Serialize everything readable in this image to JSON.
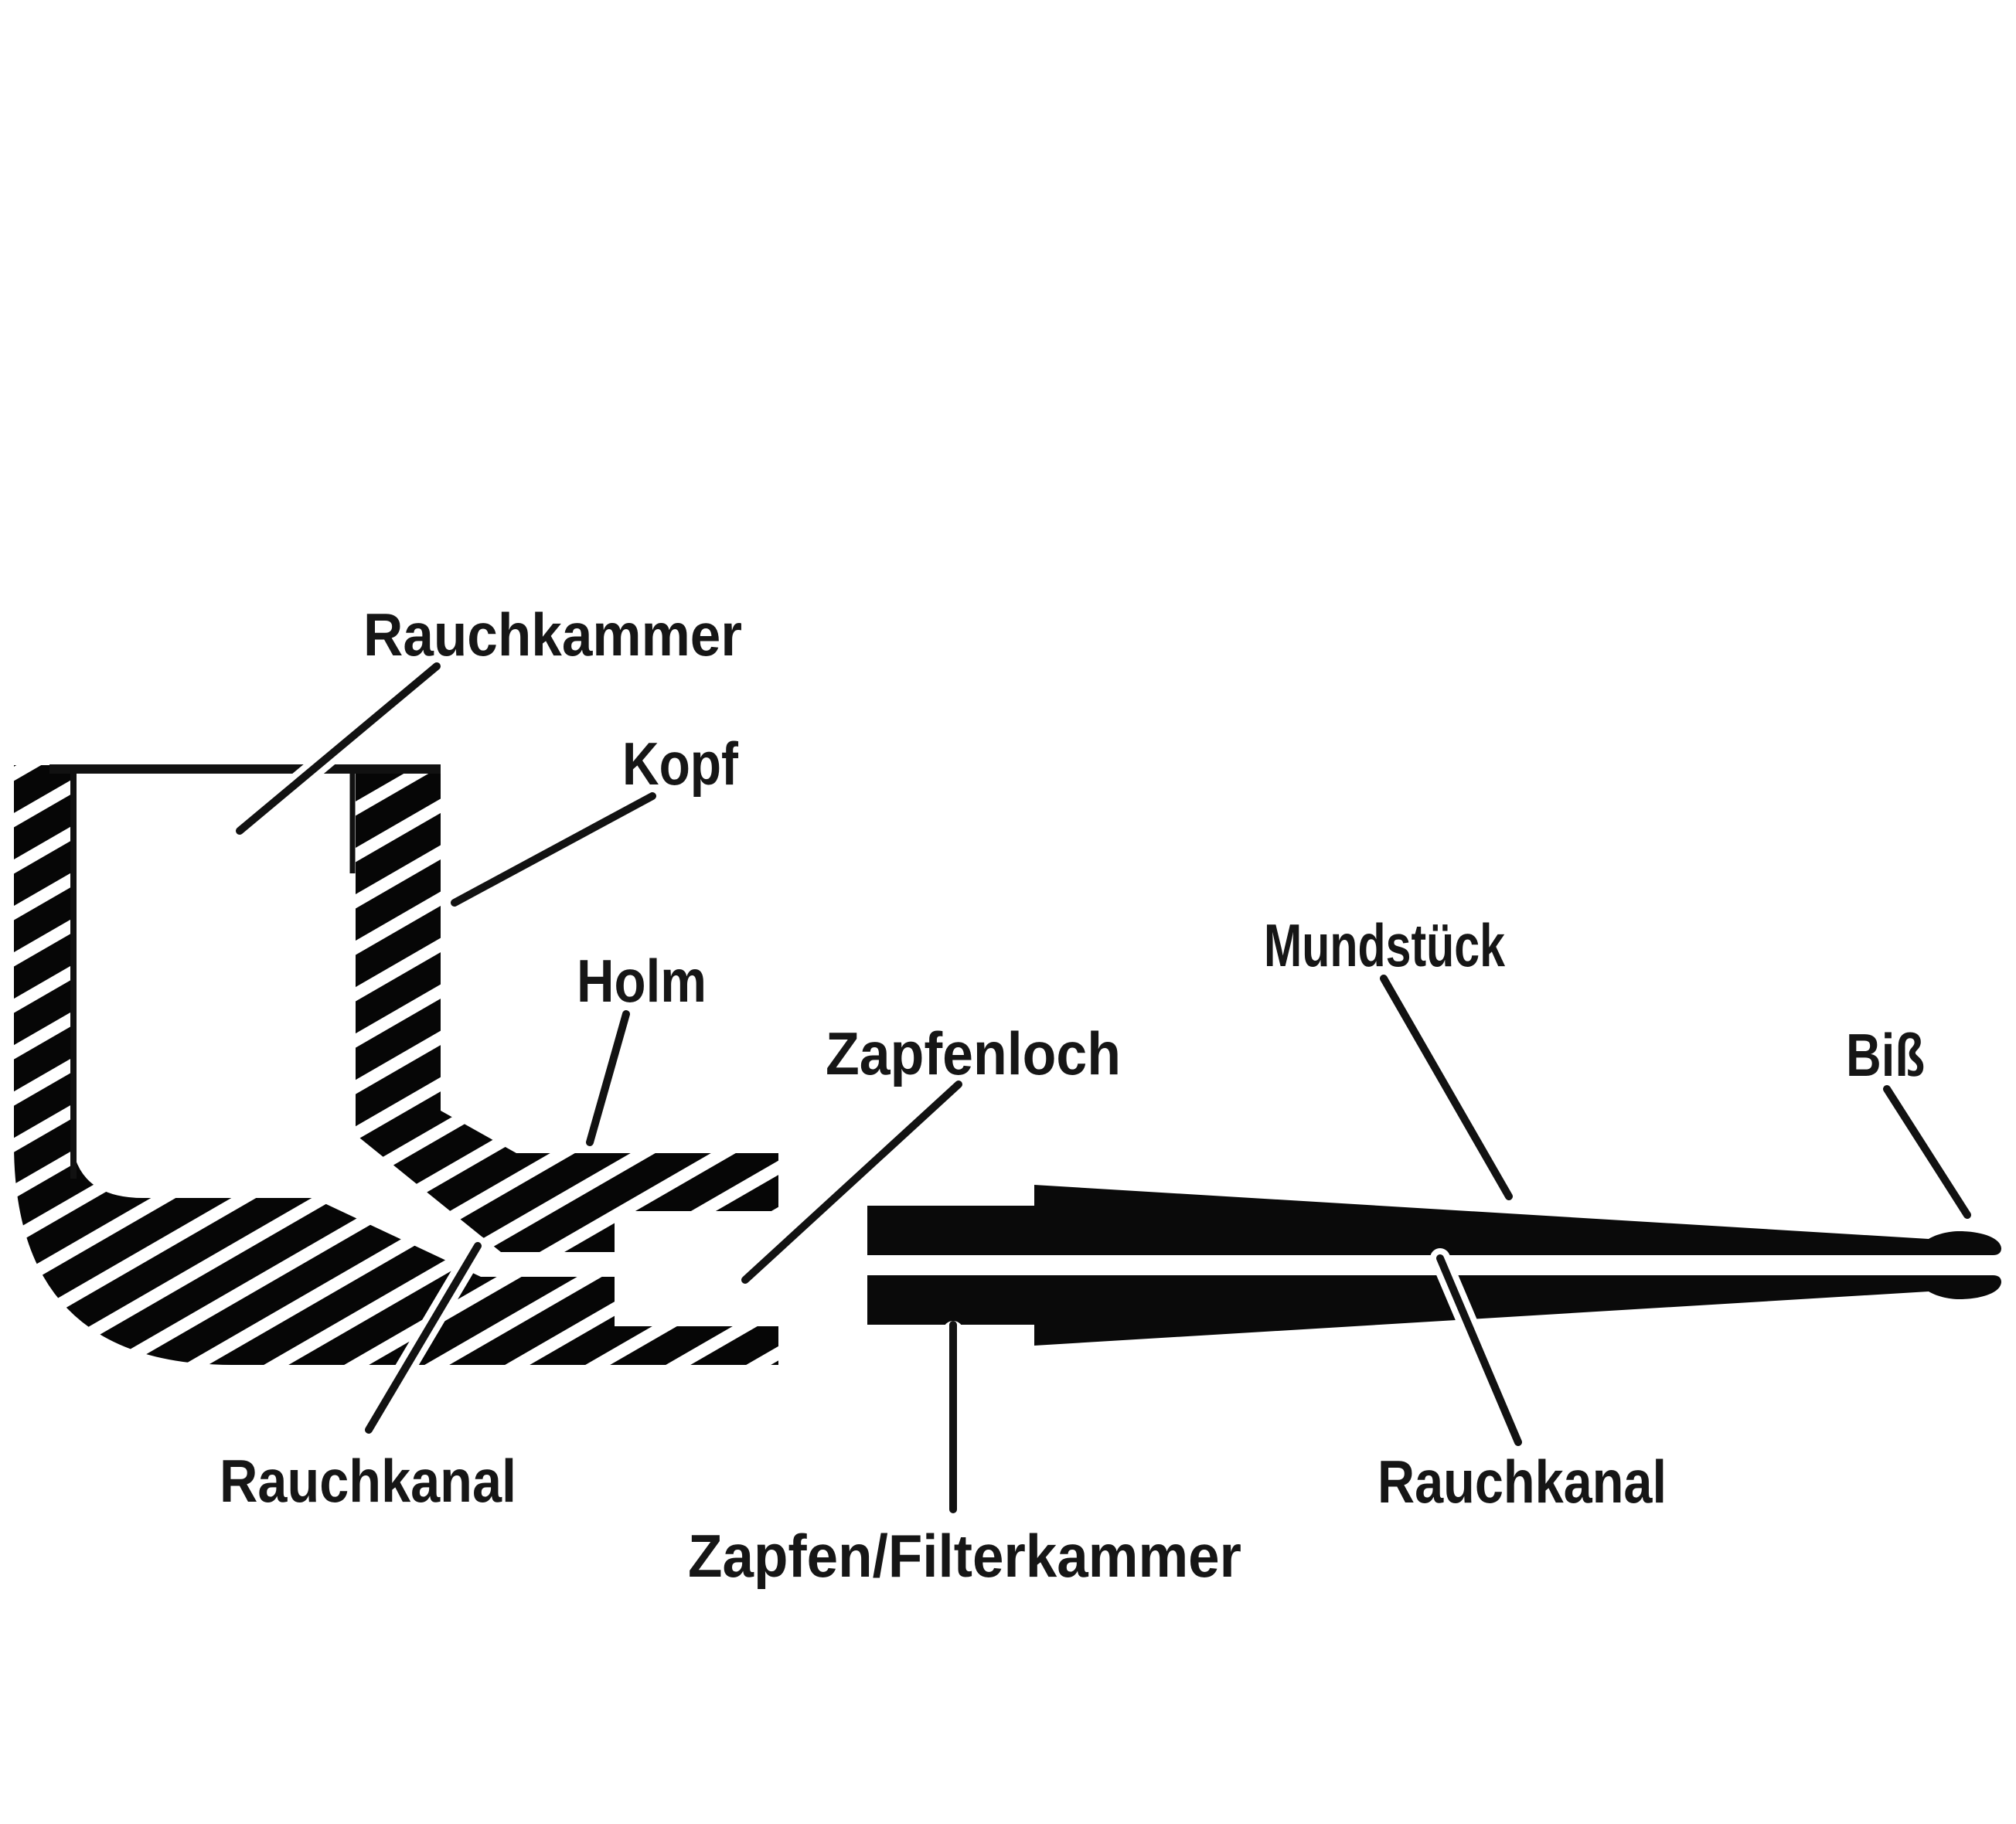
{
  "page": {
    "background_color": "#ffffff",
    "ink_color": "#111111",
    "description": "Cross-section diagram of a tobacco pipe with German part labels",
    "fill_styles": {
      "briar_wood": "diagonal-hatched",
      "mouthpiece": "solid-black",
      "bores": "white"
    }
  },
  "diagram": {
    "type": "technical cross-section",
    "labels": [
      {
        "id": "rauchkammer",
        "text": "Rauchkammer"
      },
      {
        "id": "kopf",
        "text": "Kopf"
      },
      {
        "id": "holm",
        "text": "Holm"
      },
      {
        "id": "zapfenloch",
        "text": "Zapfenloch"
      },
      {
        "id": "mundstueck",
        "text": "Mundstück"
      },
      {
        "id": "biss",
        "text": "Biß"
      },
      {
        "id": "rauchkanal-links",
        "text": "Rauchkanal"
      },
      {
        "id": "zapfen-filterkammer",
        "text": "Zapfen/Filterkammer"
      },
      {
        "id": "rauchkanal-rechts",
        "text": "Rauchkanal"
      }
    ]
  }
}
